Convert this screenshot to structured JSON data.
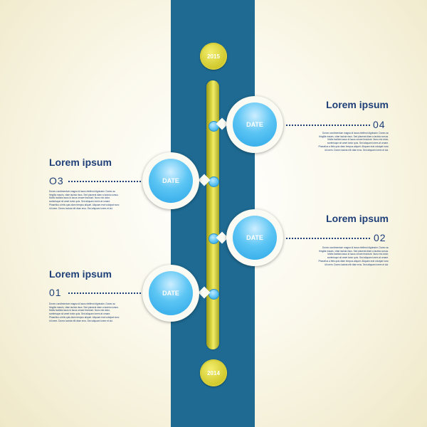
{
  "years": {
    "top": "2015",
    "bottom": "2014"
  },
  "date_label": "DATE",
  "entries": {
    "e01": {
      "title": "Lorem ipsum",
      "number": "01",
      "text": "Donec condimentum magna id lacus eleifend dignissim. Donec ac fringilla mauris, vitae lacinia risus. Sed placerat diam a lacinia cursus. Mollis facilisis lacus id lacus ornare tincidunt. Nunc nisi dolor, scelerisque sit amet tortor quis. Sed aliquam lorem at ornare. Phasellus a felis quis diam tempus aliquet. Aliquam erat volutpat nunc id lorem. Donec lacinia elit vitae eros. Sed aliquam lorem et dui."
    },
    "e02": {
      "title": "Lorem ipsum",
      "number": "02",
      "text": "Donec condimentum magna id lacus eleifend dignissim. Donec ac fringilla mauris, vitae lacinia risus. Sed placerat diam a lacinia cursus. Mollis facilisis lacus id lacus ornare tincidunt. Nunc nisi dolor, scelerisque sit amet tortor quis. Sed aliquam lorem at ornare. Phasellus a felis quis diam tempus aliquet. Aliquam erat volutpat nunc id lorem. Donec lacinia elit vitae eros. Sed aliquam lorem et dui."
    },
    "e03": {
      "title": "Lorem ipsum",
      "number": "O3",
      "text": "Donec condimentum magna id lacus eleifend dignissim. Donec ac fringilla mauris, vitae lacinia risus. Sed placerat diam a lacinia cursus. Mollis facilisis lacus id lacus ornare tincidunt. Nunc nisi dolor, scelerisque sit amet tortor quis. Sed aliquam lorem at ornare. Phasellus a felis quis diam tempus aliquet. Aliquam erat volutpat nunc id lorem. Donec lacinia elit vitae eros. Sed aliquam lorem et dui."
    },
    "e04": {
      "title": "Lorem ipsum",
      "number": "04",
      "text": "Donec condimentum magna id lacus eleifend dignissim. Donec ac fringilla mauris, vitae lacinia risus. Sed placerat diam a lacinia cursus. Mollis facilisis lacus id lacus ornare tincidunt. Nunc nisi dolor, scelerisque sit amet tortor quis. Sed aliquam lorem at ornare. Phasellus a felis quis diam tempus aliquet. Aliquam erat volutpat nunc id lorem. Donec lacinia elit vitae eros. Sed aliquam lorem et dui."
    }
  },
  "colors": {
    "band": "#1e6a92",
    "timeline_bar": "#e3df4a",
    "accent_blue": "#2aa6e6",
    "text": "#1e3f78",
    "background": "#fbf9ec"
  }
}
